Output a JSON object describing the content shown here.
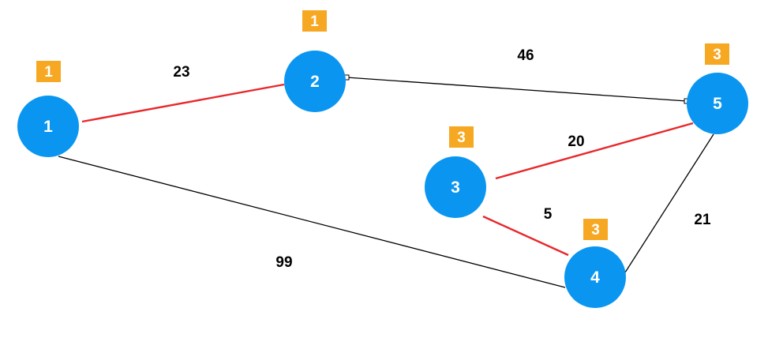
{
  "colors": {
    "node": "#0a96f0",
    "node_text": "#ffffff",
    "tree_edge": "#e8282b",
    "graph_edge": "#000000",
    "badge": "#f7a823"
  },
  "nodes": [
    {
      "id": "1",
      "label": "1",
      "badge": "1"
    },
    {
      "id": "2",
      "label": "2",
      "badge": "1"
    },
    {
      "id": "3",
      "label": "3",
      "badge": "3"
    },
    {
      "id": "4",
      "label": "4",
      "badge": "3"
    },
    {
      "id": "5",
      "label": "5",
      "badge": "3"
    }
  ],
  "edges": [
    {
      "from": "1",
      "to": "2",
      "weight": "23",
      "highlighted": true
    },
    {
      "from": "2",
      "to": "5",
      "weight": "46",
      "highlighted": false
    },
    {
      "from": "5",
      "to": "3",
      "weight": "20",
      "highlighted": true
    },
    {
      "from": "3",
      "to": "4",
      "weight": "5",
      "highlighted": true
    },
    {
      "from": "5",
      "to": "4",
      "weight": "21",
      "highlighted": false
    },
    {
      "from": "1",
      "to": "4",
      "weight": "99",
      "highlighted": false
    }
  ]
}
